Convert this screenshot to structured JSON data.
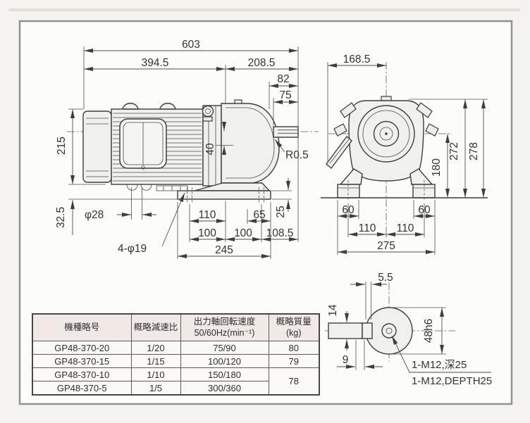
{
  "colors": {
    "line": "#3d3d3d",
    "table_header_bg": "#f0e9e5"
  },
  "side_view": {
    "dims": {
      "d603": "603",
      "d394_5": "394.5",
      "d208_5": "208.5",
      "d82": "82",
      "d75": "75",
      "d215": "215",
      "d40": "40",
      "r0_5": "R0.5",
      "d32_5": "32.5",
      "dia28": "φ28",
      "d110": "110",
      "d65": "65",
      "d25": "25",
      "d100a": "100",
      "d100b": "100",
      "d108_5": "108.5",
      "d245": "245",
      "holes": "4-φ19"
    }
  },
  "front_view": {
    "dims": {
      "d168_5": "168.5",
      "d272": "272",
      "d278": "278",
      "d180": "180",
      "d60l": "60",
      "d60r": "60",
      "d110l": "110",
      "d110r": "110",
      "d275": "275"
    }
  },
  "shaft_detail": {
    "dims": {
      "d5_5": "5.5",
      "d14": "14",
      "d9": "9",
      "d48h6": "48h6",
      "tap_jp": "1-M12,深25",
      "tap_en": "1-M12,DEPTH25"
    }
  },
  "spec_table": {
    "headers": {
      "model": "機種略号",
      "ratio": "概略減速比",
      "speed1": "出力軸回転速度",
      "speed2": "50/60Hz(min⁻¹)",
      "mass1": "概略質量",
      "mass2": "(kg)"
    },
    "rows": [
      {
        "model": "GP48-370-20",
        "ratio": "1/20",
        "speed": "75/90",
        "mass": "80"
      },
      {
        "model": "GP48-370-15",
        "ratio": "1/15",
        "speed": "100/120",
        "mass": "79"
      },
      {
        "model": "GP48-370-10",
        "ratio": "1/10",
        "speed": "150/180",
        "mass": "78"
      },
      {
        "model": "GP48-370-5",
        "ratio": "1/5",
        "speed": "300/360"
      }
    ]
  }
}
